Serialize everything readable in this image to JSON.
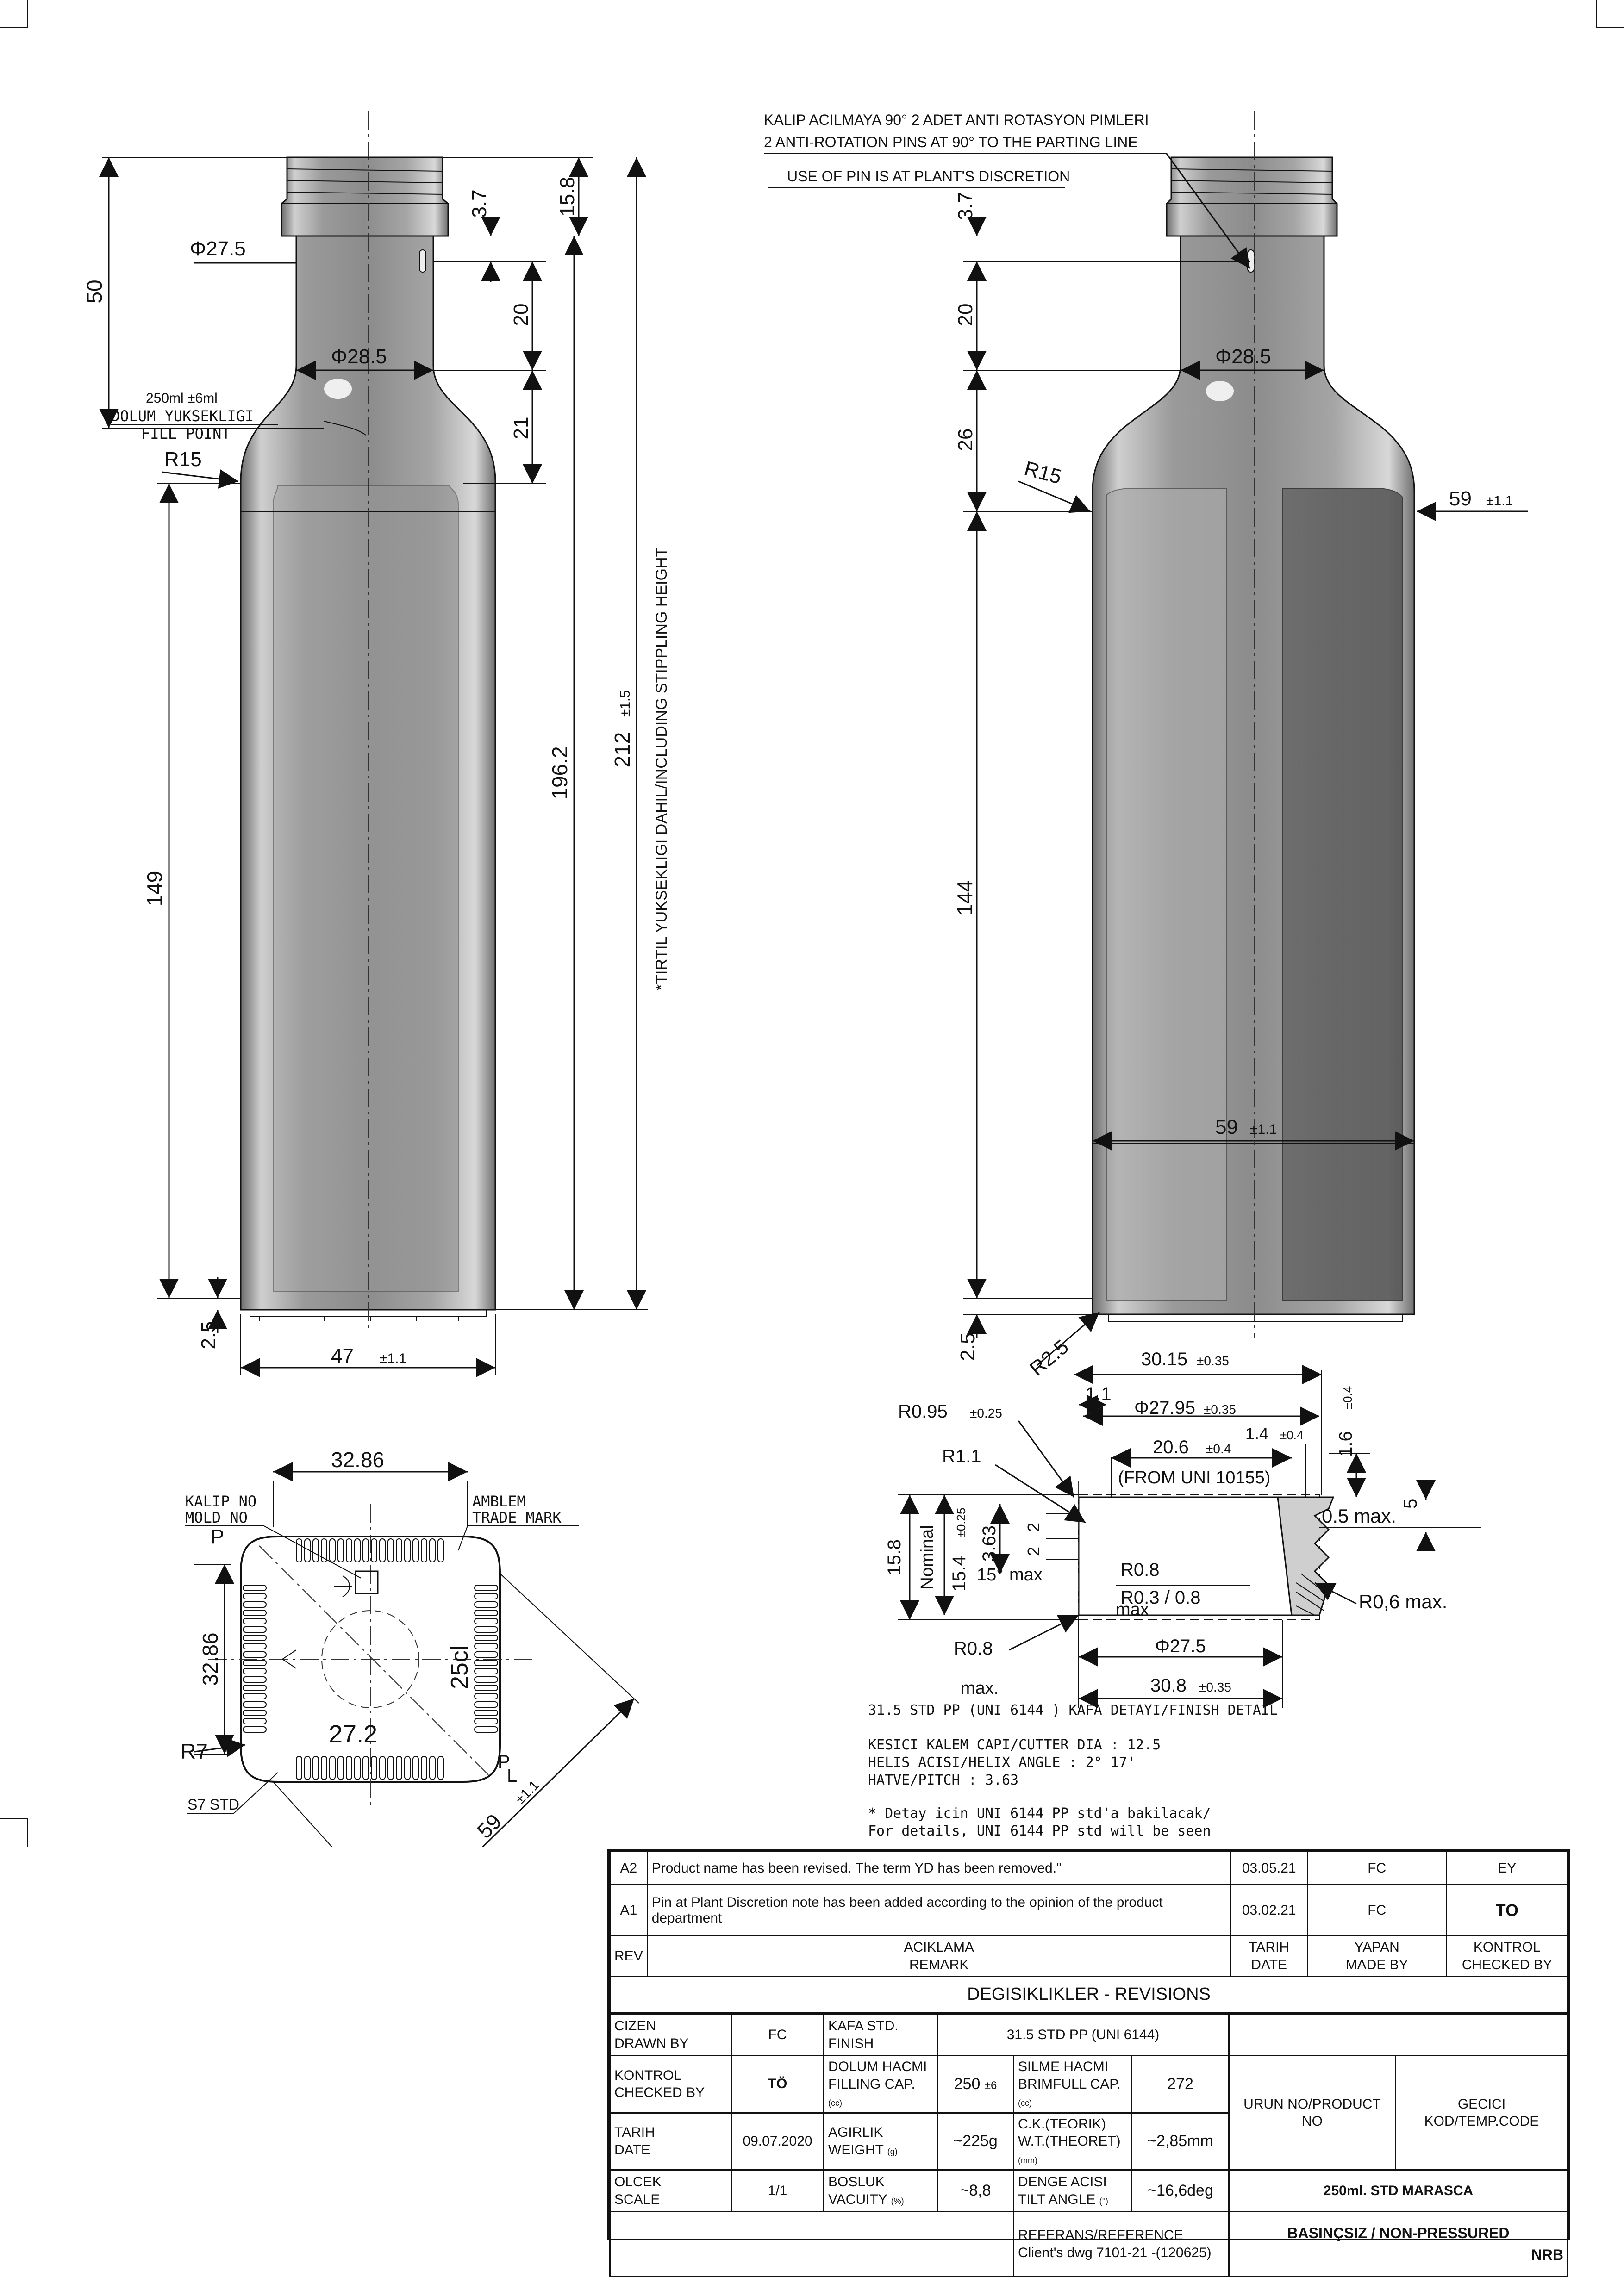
{
  "notes": {
    "pin_tr": "KALIP ACILMAYA 90° 2 ADET ANTI ROTASYON PIMLERI",
    "pin_en": "2 ANTI-ROTATION PINS AT 90° TO THE PARTING LINE",
    "plant": "USE OF PIN IS AT PLANT'S DISCRETION",
    "fill_cap": "250ml ±6ml",
    "fill_tr": "DOLUM YUKSEKLIGI",
    "fill_en": "FILL POINT",
    "stippling": "*TIRTIL YUKSEKLIGI DAHIL/INCLUDING STIPPLING HEIGHT",
    "mold_tr": "KALIP NO",
    "mold_en": "MOLD NO",
    "emblem_tr": "AMBLEM",
    "emblem_en": "TRADE MARK",
    "s7": "S7 STD",
    "capacity_mark": "25cl",
    "mark_p": "P",
    "mark_pl_p": "P",
    "mark_pl_l": "L"
  },
  "front_view": {
    "d_neck": "Φ27.5",
    "d_shoulder": "Φ28.5",
    "h50": "50",
    "h3_7": "3.7",
    "h15_8": "15.8",
    "h20": "20",
    "h21": "21",
    "r15": "R15",
    "h149": "149",
    "h196": "196.2",
    "h212": "212",
    "h212_tol": "±1.5",
    "h2_5": "2.5",
    "w47": "47",
    "w47_tol": "±1.1"
  },
  "side_view": {
    "h3_7": "3.7",
    "h20": "20",
    "h26": "26",
    "r15": "R15",
    "w59": "59",
    "w59_tol": "±1.1",
    "d28_5": "Φ28.5",
    "h144": "144",
    "w59b": "59",
    "w59b_tol": "±1.1",
    "h2_5": "2.5",
    "r2_5": "R2.5"
  },
  "top_view": {
    "w32_86": "32.86",
    "h32_86": "32.86",
    "r7": "R7",
    "c27_2": "27.2",
    "w59": "59",
    "w59_tol": "±1.1"
  },
  "finish_detail": {
    "d30_15": "30.15",
    "d30_15_tol": "±0.35",
    "r0_95": "R0.95",
    "r0_95_tol": "±0.25",
    "v1_1": "1.1",
    "d27_95": "Φ27.95",
    "d27_95_tol": "±0.35",
    "v1_4": "1.4",
    "v1_4_tol": "±0.4",
    "v1_6": "1.6",
    "v1_6_tol": "±0.4",
    "r1_1": "R1.1",
    "v20_6": "20.6",
    "v20_6_tol": "±0.4",
    "from_uni": "(FROM UNI 10155)",
    "h15_8": "15.8",
    "nominal": "Nominal",
    "h15_4": "15.4",
    "h15_4_tol": "±0.25",
    "v3_63": "3.63",
    "v2a": "2",
    "v2b": "2",
    "ang15": "15°",
    "max_a": "max",
    "max_b": "max",
    "max_c": "max.",
    "r0_8a": "R0.8",
    "r0_3": "R0.3 / 0.8",
    "r0_8b": "R0.8",
    "max05": "0.5 max.",
    "v5": "5",
    "r0_6": "R0,6 max.",
    "d27_5": "Φ27.5",
    "d30_8": "30.8",
    "d30_8_tol": "±0.35",
    "caption": "31.5 STD PP (UNI 6144 ) KAFA DETAYI/FINISH DETAIL",
    "cutter": "KESICI KALEM CAPI/CUTTER DIA : 12.5",
    "helix": "HELIS ACISI/HELIX ANGLE : 2° 17'",
    "pitch": "HATVE/PITCH : 3.63",
    "detail_tr": "* Detay icin UNI 6144 PP std'a bakilacak/",
    "detail_en": "For details, UNI 6144 PP std will be seen"
  },
  "revisions": [
    {
      "rev": "A2",
      "remark": "Product name has been revised. The term YD has been removed.\"",
      "date": "03.05.21",
      "by": "FC",
      "checked": "EY"
    },
    {
      "rev": "A1",
      "remark": "Pin at Plant Discretion note has been added according to the opinion of the product department",
      "date": "03.02.21",
      "by": "FC",
      "checked": "TO"
    }
  ],
  "rev_header": {
    "rev": "REV",
    "remark_tr": "ACIKLAMA",
    "remark_en": "REMARK",
    "date_tr": "TARIH",
    "date_en": "DATE",
    "by_tr": "YAPAN",
    "by_en": "MADE BY",
    "chk_tr": "KONTROL",
    "chk_en": "CHECKED BY"
  },
  "revisions_title": "DEGISIKLIKLER - REVISIONS",
  "info": {
    "drawn_tr": "CIZEN",
    "drawn_en": "DRAWN BY",
    "drawn": "FC",
    "finish_tr": "KAFA STD.",
    "finish_en": "FINISH",
    "finish": "31.5 STD PP (UNI 6144)",
    "checked_tr": "KONTROL",
    "checked_en": "CHECKED BY",
    "checked": "TÖ",
    "fill_tr": "DOLUM HACMI",
    "fill_en": "FILLING CAP.",
    "fill_unit": "(cc)",
    "fill_val": "250",
    "fill_tol": "±6",
    "brim_tr": "SILME HACMI",
    "brim_en": "BRIMFULL CAP.",
    "brim_unit": "(cc)",
    "brim_val": "272",
    "date_tr": "TARIH",
    "date_en": "DATE",
    "date": "09.07.2020",
    "weight_tr": "AGIRLIK",
    "weight_en": "WEIGHT",
    "weight_unit": "(g)",
    "weight_val": "~225g",
    "wt_tr": "C.K.(TEORIK)",
    "wt_en": "W.T.(THEORET)",
    "wt_unit": "(mm)",
    "wt_val": "~2,85mm",
    "scale_tr": "OLCEK",
    "scale_en": "SCALE",
    "scale": "1/1",
    "vac_tr": "BOSLUK",
    "vac_en": "VACUITY",
    "vac_unit": "(%)",
    "vac_val": "~8,8",
    "tilt_tr": "DENGE ACISI",
    "tilt_en": "TILT ANGLE",
    "tilt_unit": "(°)",
    "tilt_val": "~16,6deg",
    "product_no": "URUN NO/PRODUCT NO",
    "temp_code": "GECICI KOD/TEMP.CODE",
    "ref_tr": "REFERANS/REFERENCE",
    "ref_val": "Client's dwg 7101-21 -(120625)",
    "product_name": "250ml. STD MARASCA",
    "pressure": "BASINÇSIZ / NON-PRESSURED",
    "code": "NRB"
  }
}
